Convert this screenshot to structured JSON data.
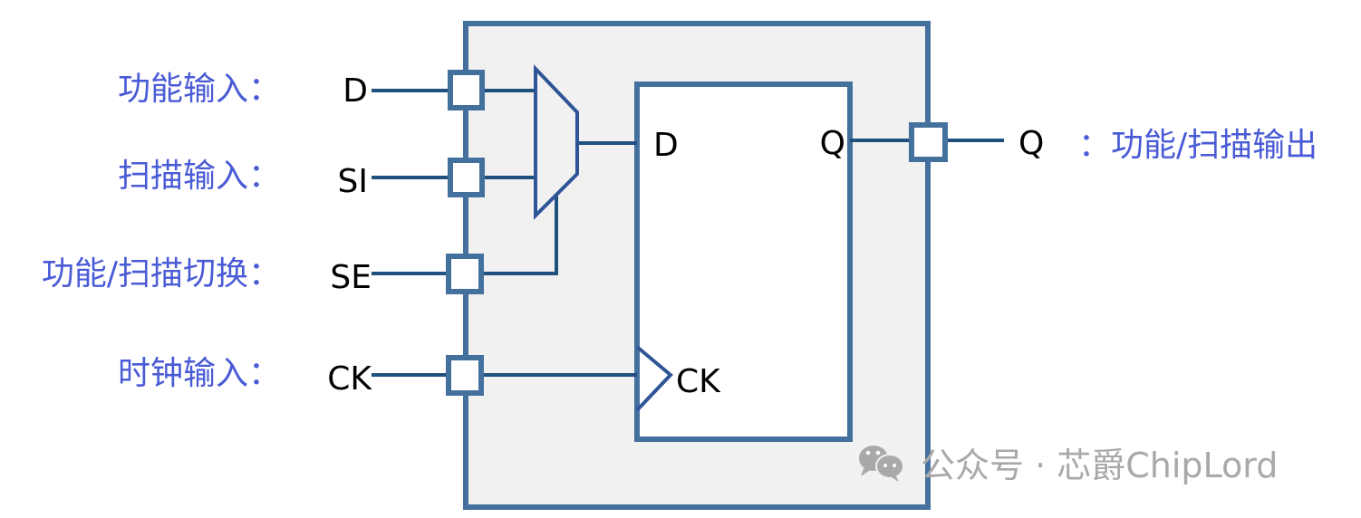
{
  "diagram": {
    "title": "Scan flip-flop (mux-D scan cell)",
    "colors": {
      "border": "#44709e",
      "wire": "#20507e",
      "mux": "#2f5597",
      "cell_fill": "#f1f1f1",
      "label_cn": "#4a5bd6",
      "signal": "#000000",
      "watermark": "#a9a9a9"
    },
    "inputs": [
      {
        "desc": "功能输入：",
        "signal": "D"
      },
      {
        "desc": "扫描输入：",
        "signal": "SI"
      },
      {
        "desc": "功能/扫描切换：",
        "signal": "SE"
      },
      {
        "desc": "时钟输入：",
        "signal": "CK"
      }
    ],
    "output": {
      "signal": "Q",
      "desc": "：功能/扫描输出"
    },
    "flipflop": {
      "d_pin": "D",
      "q_pin": "Q",
      "ck_pin": "CK"
    },
    "mux": {
      "name": "2:1 multiplexer",
      "inputs": [
        "D",
        "SI"
      ],
      "select": "SE"
    },
    "watermark": {
      "icon": "wechat-icon",
      "text": "公众号 · 芯爵ChipLord"
    }
  }
}
